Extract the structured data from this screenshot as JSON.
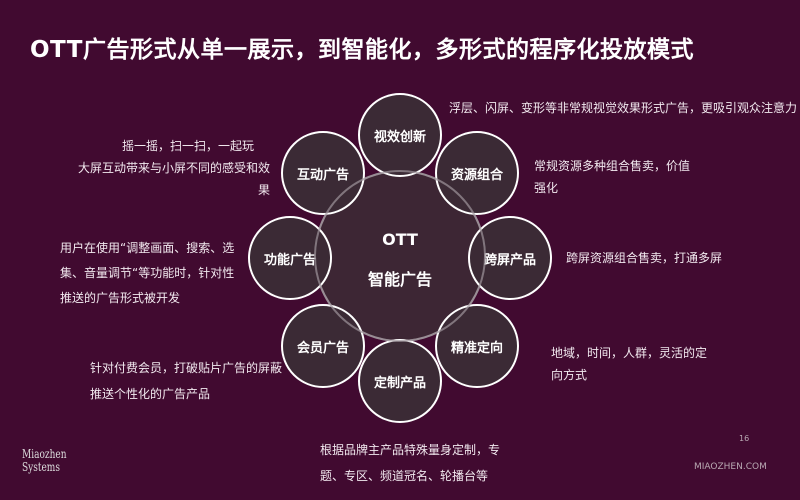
{
  "title": "OTT广告形式从单一展示，到智能化，多形式的程序化投放模式",
  "center": {
    "line1": "OTT",
    "line2": "智能广告"
  },
  "nodes": [
    {
      "label": "视效创新",
      "desc": "浮层、闪屏、变形等非常规视觉效果形式广告，更吸引观众注意力"
    },
    {
      "label": "资源组合",
      "desc1": "常规资源多种组合售卖，价值",
      "desc2": "强化"
    },
    {
      "label": "跨屏产品",
      "desc": "跨屏资源组合售卖，打通多屏"
    },
    {
      "label": "精准定向",
      "desc1": "地域，时间，人群，灵活的定",
      "desc2": "向方式"
    },
    {
      "label": "定制产品",
      "desc1": "根据品牌主产品特殊量身定制，专",
      "desc2": "题、专区、频道冠名、轮播台等"
    },
    {
      "label": "会员广告",
      "desc1": "针对付费会员，打破贴片广告的屏蔽",
      "desc2": "推送个性化的广告产品"
    },
    {
      "label": "功能广告",
      "desc1": "用户在使用“调整画面、搜索、选",
      "desc2": "集、音量调节“等功能时，针对性",
      "desc3": "推送的广告形式被开发"
    },
    {
      "label": "互动广告",
      "desc1": "摇一摇，扫一扫，一起玩",
      "desc2": "大屏互动带来与小屏不同的感受和效果"
    }
  ],
  "footer": {
    "logo_line1": "Miaozhen",
    "logo_line2": "Systems",
    "page": "16",
    "site": "MIAOZHEN.COM"
  }
}
